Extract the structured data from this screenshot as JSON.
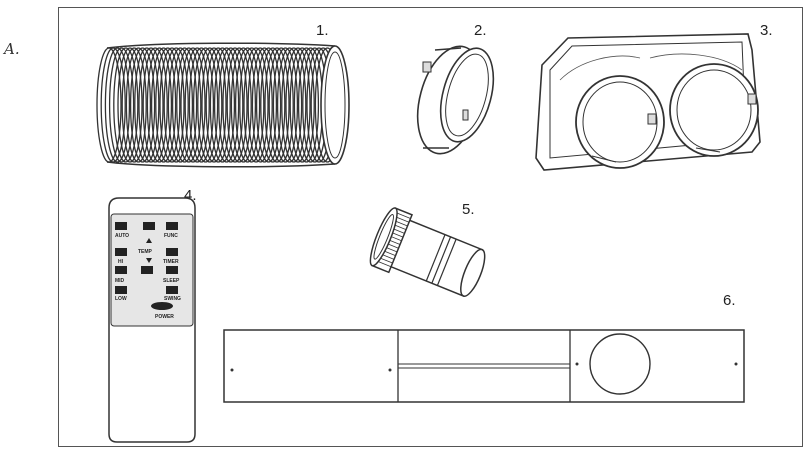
{
  "section_label": "A.",
  "parts": [
    {
      "number": "1."
    },
    {
      "number": "2."
    },
    {
      "number": "3."
    },
    {
      "number": "4."
    },
    {
      "number": "5."
    },
    {
      "number": "6."
    }
  ],
  "remote": {
    "buttons": {
      "auto": "AUTO",
      "temp": "TEMP",
      "func": "FUNC",
      "hi": "HI",
      "timer": "TIMER",
      "mid": "MID",
      "sleep": "SLEEP",
      "low": "LOW",
      "swing": "SWING",
      "power": "POWER"
    }
  },
  "colors": {
    "stroke": "#333333",
    "panel": "#e6e6e6",
    "button": "#222222"
  }
}
